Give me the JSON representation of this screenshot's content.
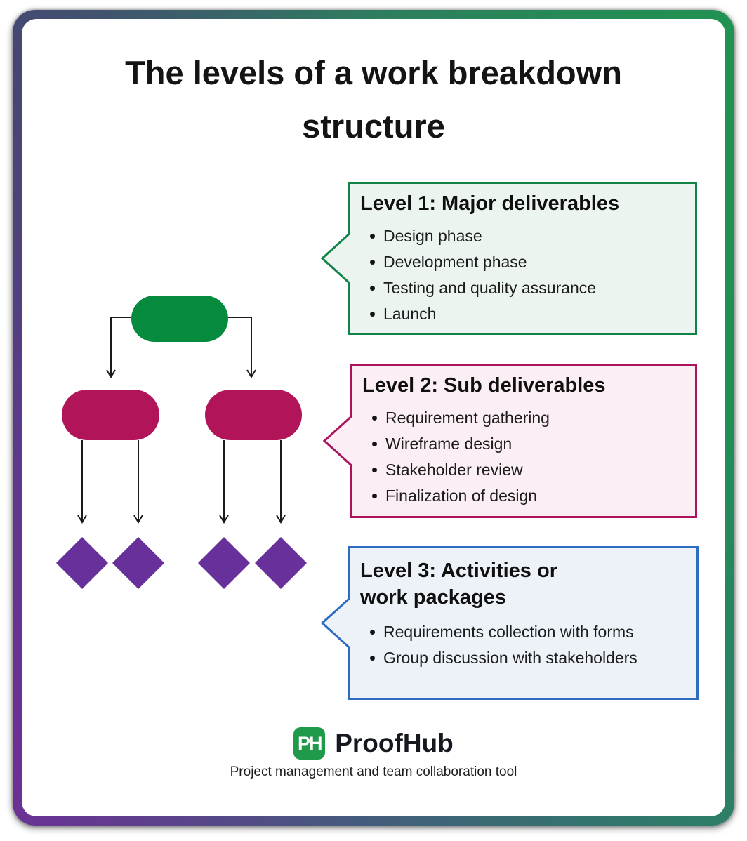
{
  "title": {
    "line1": "The levels of a work breakdown",
    "line2": "structure"
  },
  "levels": [
    {
      "heading": "Level 1: Major deliverables",
      "items": [
        "Design phase",
        "Development phase",
        "Testing and quality assurance",
        "Launch"
      ],
      "border_color": "#128347",
      "bg_color": "#ecf4ef",
      "node_color": "#068a3e",
      "node_shape": "pill"
    },
    {
      "heading": "Level 2: Sub deliverables",
      "items": [
        "Requirement gathering",
        "Wireframe design",
        "Stakeholder review",
        "Finalization of design"
      ],
      "border_color": "#a9145c",
      "bg_color": "#fbeff5",
      "node_color": "#b11459",
      "node_shape": "pill"
    },
    {
      "heading": "Level 3: Activities or",
      "heading2": "work packages",
      "items": [
        "Requirements collection with forms",
        "Group discussion with stakeholders"
      ],
      "border_color": "#2e6cc0",
      "bg_color": "#edf2f9",
      "node_color": "#67309b",
      "node_shape": "diamond"
    }
  ],
  "diagram": {
    "arrow_color": "#1a1a1a"
  },
  "frame": {
    "corner_colors": {
      "top_left": "#474673",
      "top": "#2e7d5f",
      "top_right": "#1f9350",
      "right": "#1f8f55",
      "bottom_right": "#2b8166",
      "bottom": "#46597e",
      "bottom_left": "#6d2f96",
      "left": "#5a3a8a"
    }
  },
  "footer": {
    "logo_monogram": "PH",
    "logo_text": "ProofHub",
    "logo_color": "#1f9a4a",
    "tagline": "Project management and team collaboration tool"
  }
}
